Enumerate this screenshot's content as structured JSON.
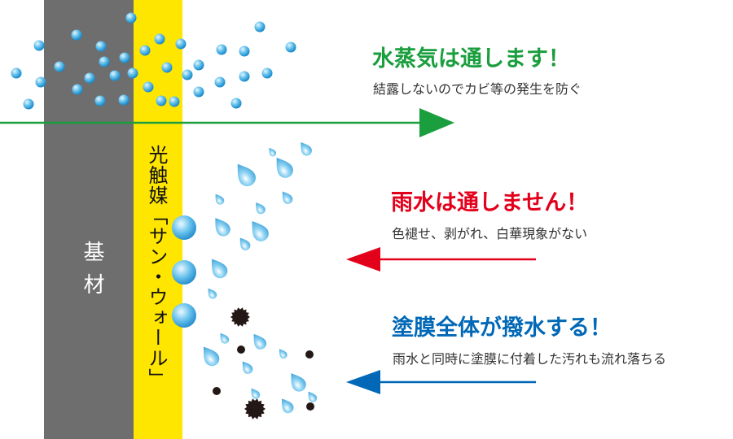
{
  "colors": {
    "substrate": "#6e6e6e",
    "coating": "#ffe600",
    "vapor": "#1a9e3e",
    "rain": "#e3001b",
    "coat": "#0068b7",
    "droplet": "#33a7e2",
    "dirt": "#231815"
  },
  "layers": {
    "substrate_label": "基材",
    "coating_label": "光触媒「サン・ウォール」"
  },
  "vapor": {
    "heading": "水蒸気は通します！",
    "description": "結露しないのでカビ等の発生を防ぐ"
  },
  "rain": {
    "heading": "雨水は通しません！",
    "description": "色褪せ、剥がれ、白華現象がない"
  },
  "coat": {
    "heading": "塗膜全体が撥水する！",
    "description": "雨水と同時に塗膜に付着した汚れも流れ落ちる"
  },
  "icons": [
    "vapor-arrow-icon",
    "rain-arrow-icon",
    "coat-arrow-icon",
    "water-drop-icon",
    "dirt-particle-icon"
  ]
}
